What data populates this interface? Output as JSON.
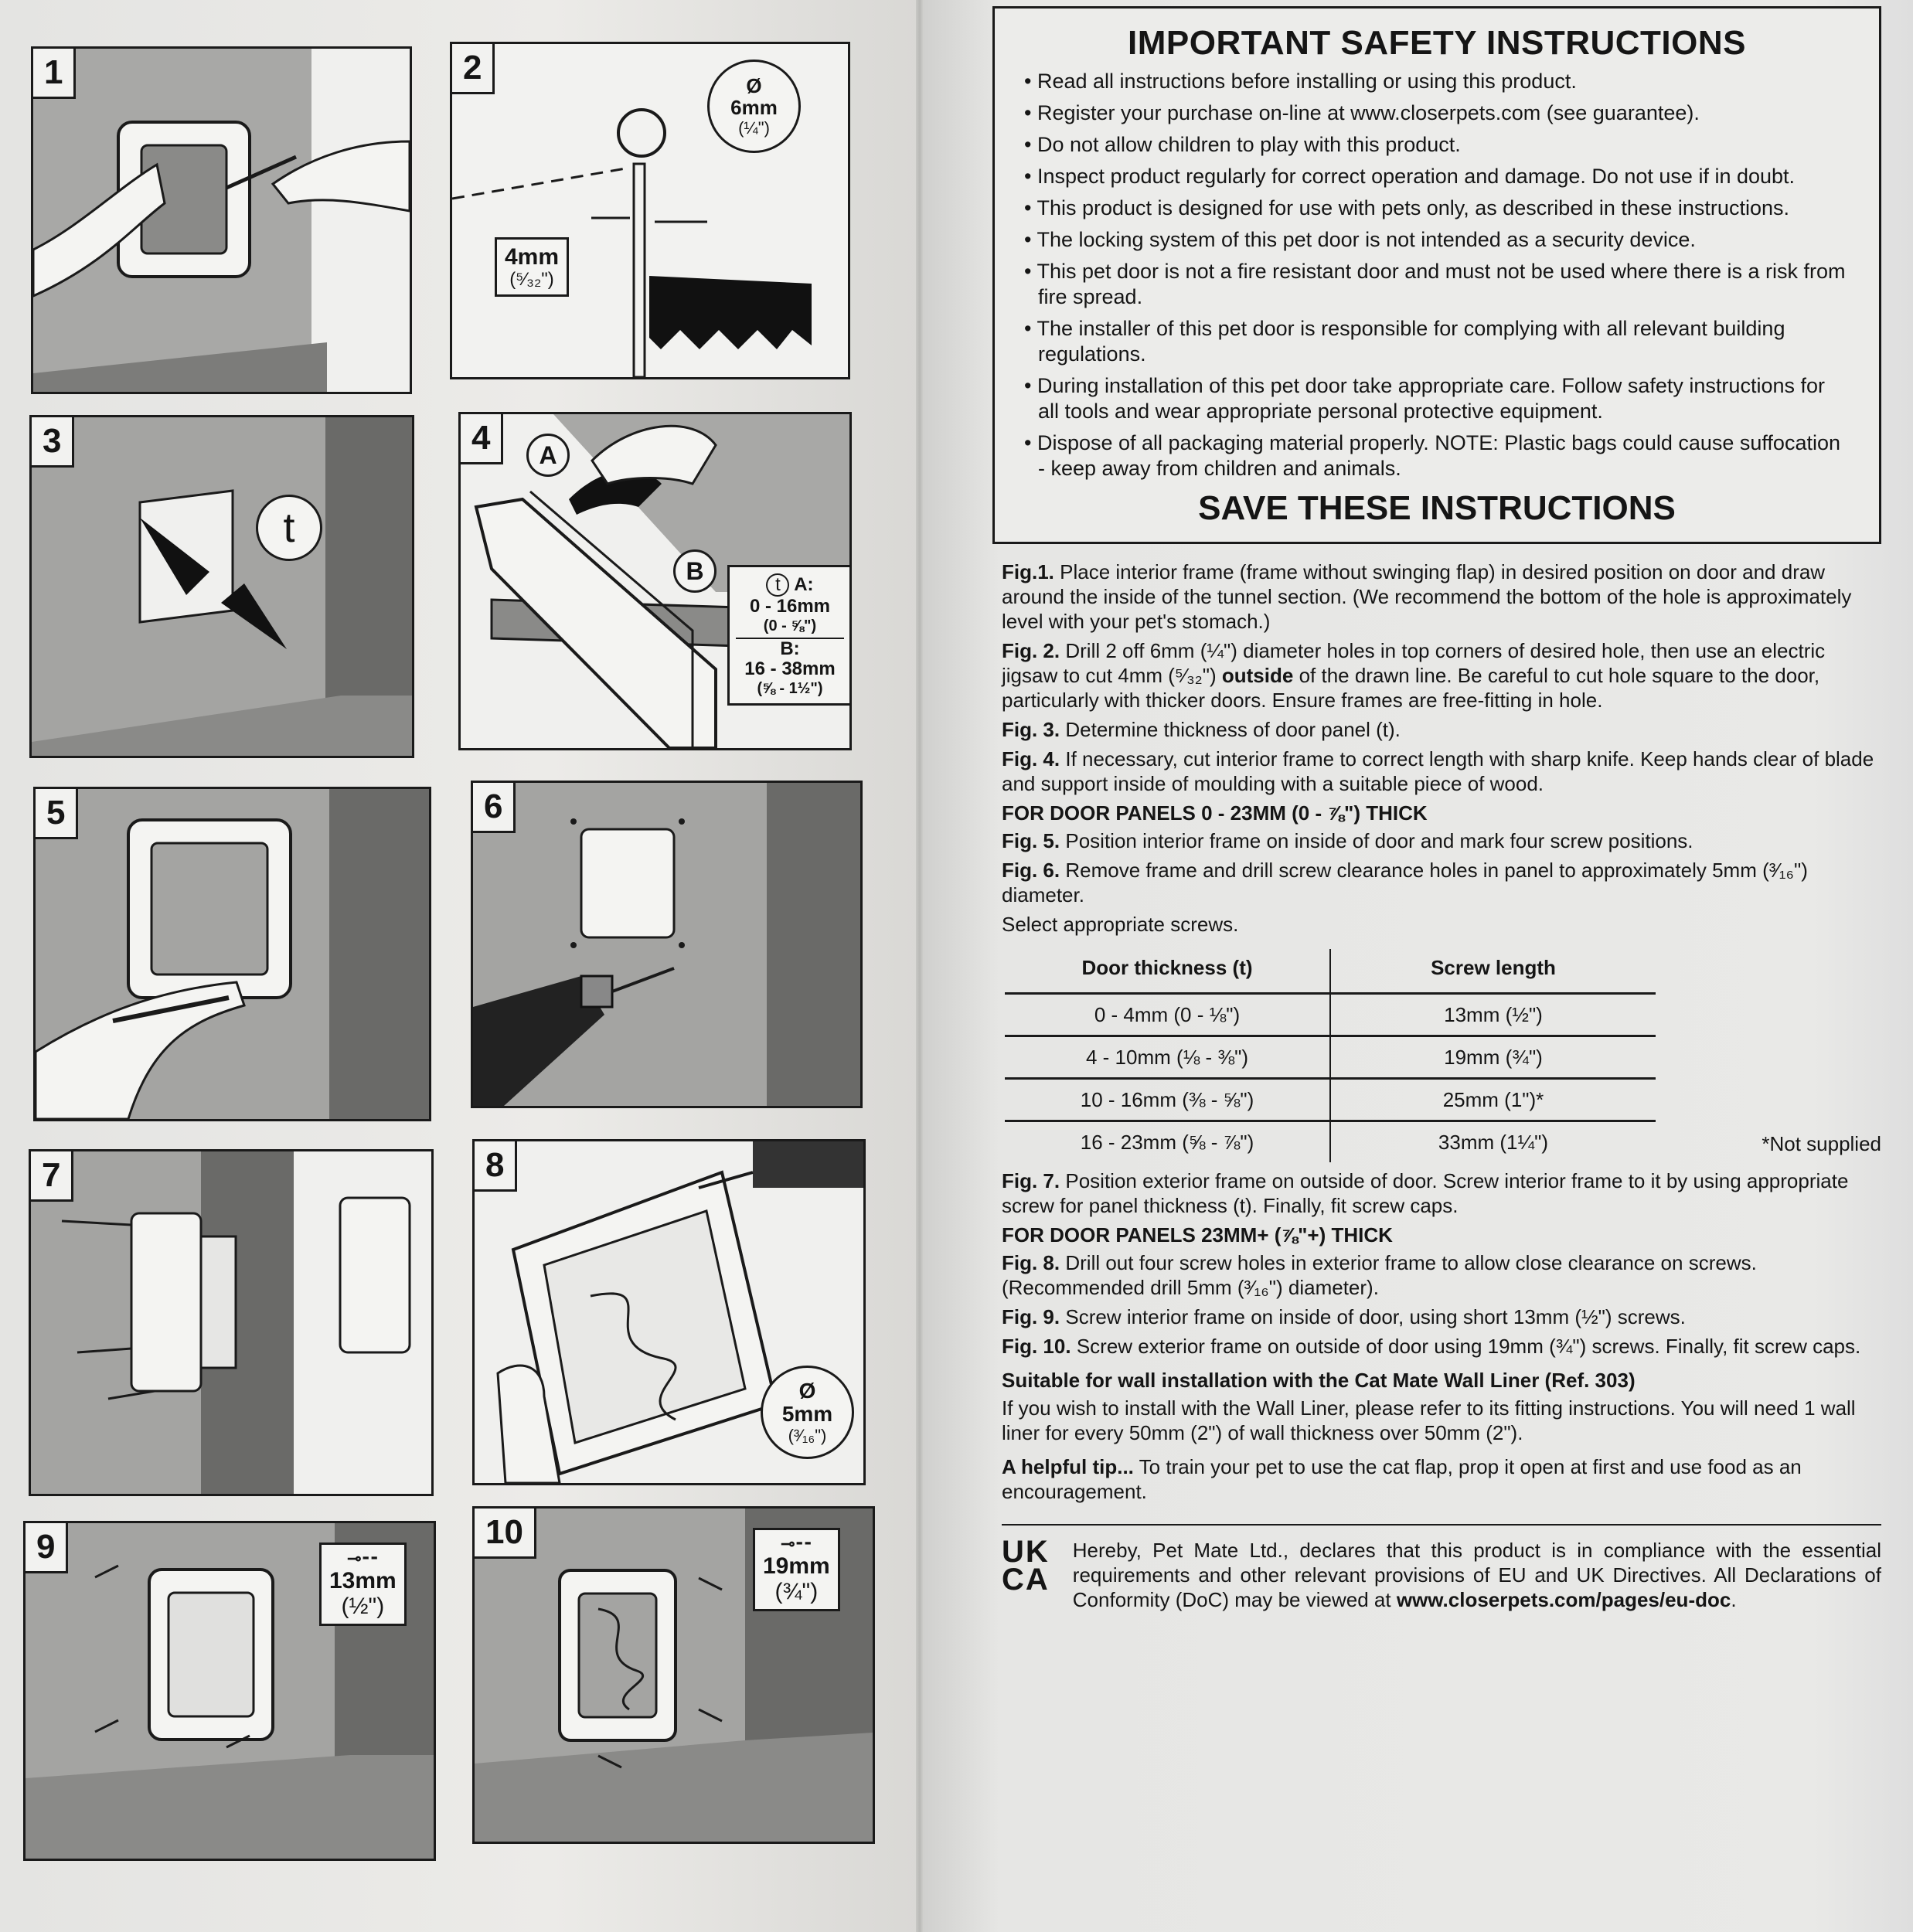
{
  "figures": [
    {
      "number": "1"
    },
    {
      "number": "2",
      "drill_label": "Ø",
      "drill_size": "6mm",
      "drill_inch": "(¼\")",
      "offset_size": "4mm",
      "offset_inch": "(⁵⁄₃₂\")"
    },
    {
      "number": "3",
      "thickness_symbol": "t"
    },
    {
      "number": "4",
      "label_a": "A",
      "label_b": "B",
      "info_symbol": "t",
      "info_a_title": "A:",
      "info_a_range": "0 - 16mm",
      "info_a_inch": "(0 - ⅝\")",
      "info_b_title": "B:",
      "info_b_range": "16 - 38mm",
      "info_b_inch": "(⅝ - 1½\")"
    },
    {
      "number": "5"
    },
    {
      "number": "6"
    },
    {
      "number": "7"
    },
    {
      "number": "8",
      "drill_label": "Ø",
      "drill_size": "5mm",
      "drill_inch": "(³⁄₁₆\")"
    },
    {
      "number": "9",
      "screw_size": "13mm",
      "screw_inch": "(½\")"
    },
    {
      "number": "10",
      "screw_size": "19mm",
      "screw_inch": "(¾\")"
    }
  ],
  "safety": {
    "title": "IMPORTANT SAFETY INSTRUCTIONS",
    "items": [
      "Read all instructions before installing or using this product.",
      "Register your purchase on-line at www.closerpets.com (see guarantee).",
      "Do not allow children to play with this product.",
      "Inspect product regularly for correct operation and damage. Do not use if in doubt.",
      "This product is designed for use with pets only, as described in these instructions.",
      "The locking system of this pet door is not intended as a security device.",
      "This pet door is not a fire resistant door and must not be used where there is a risk from fire spread.",
      "The installer of this pet door is responsible for complying with all relevant building regulations.",
      "During installation of this pet door take appropriate care. Follow safety instructions for all tools and wear appropriate personal protective equipment.",
      "Dispose of all packaging material properly. NOTE: Plastic bags could cause suffocation - keep away from children and animals."
    ],
    "footer": "SAVE THESE INSTRUCTIONS"
  },
  "instructions": {
    "fig1_label": "Fig.1.",
    "fig1": "Place interior frame (frame without swinging flap) in desired position on door and draw around the inside of the tunnel section. (We recommend the bottom of the hole is approximately level with your pet's stomach.)",
    "fig2_label": "Fig. 2.",
    "fig2_a": "Drill 2 off 6mm (¼\") diameter holes in top corners of desired hole, then use an electric jigsaw to cut 4mm (⁵⁄₃₂\")",
    "fig2_bold": "outside",
    "fig2_b": "of the drawn line. Be careful to cut hole square to the door, particularly with thicker doors. Ensure frames are free-fitting in hole.",
    "fig3_label": "Fig. 3.",
    "fig3": "Determine thickness of door panel (t).",
    "fig4_label": "Fig. 4.",
    "fig4": "If necessary, cut interior frame to correct length with sharp knife. Keep hands clear of blade and support inside of moulding with a suitable piece of wood.",
    "thin_heading": "FOR DOOR PANELS 0 - 23MM (0 - ⅞\") THICK",
    "fig5_label": "Fig. 5.",
    "fig5": "Position interior frame on inside of door and mark four screw positions.",
    "fig6_label": "Fig. 6.",
    "fig6": "Remove frame and drill screw clearance holes in panel to approximately 5mm (³⁄₁₆\") diameter.",
    "select_screws": "Select appropriate screws.",
    "table": {
      "headers": [
        "Door thickness (t)",
        "Screw length"
      ],
      "rows": [
        [
          "0 - 4mm (0 - ⅛\")",
          "13mm (½\")"
        ],
        [
          "4 - 10mm (⅛ - ⅜\")",
          "19mm (¾\")"
        ],
        [
          "10 - 16mm (⅜ - ⅝\")",
          "25mm (1\")*"
        ],
        [
          "16 - 23mm (⅝ - ⅞\")",
          "33mm (1¼\")"
        ]
      ],
      "note": "*Not supplied"
    },
    "fig7_label": "Fig. 7.",
    "fig7": "Position exterior frame on outside of door. Screw interior frame to it by using appropriate screw for panel thickness (t). Finally, fit screw caps.",
    "thick_heading": "FOR DOOR PANELS 23MM+ (⅞\"+) THICK",
    "fig8_label": "Fig. 8.",
    "fig8": "Drill out four screw holes in exterior frame to allow close clearance on screws. (Recommended drill 5mm (³⁄₁₆\") diameter).",
    "fig9_label": "Fig. 9.",
    "fig9": "Screw interior frame on inside of door, using short 13mm (½\") screws.",
    "fig10_label": "Fig. 10.",
    "fig10": "Screw exterior frame on outside of door using 19mm (¾\") screws. Finally, fit screw caps.",
    "wall_heading": "Suitable for wall installation with the Cat Mate Wall Liner (Ref. 303)",
    "wall_text": "If you wish to install with the Wall Liner, please refer to its fitting instructions. You will need 1 wall liner for every 50mm (2\") of wall thickness over 50mm (2\").",
    "tip_label": "A helpful tip...",
    "tip": "To train your pet to use the cat flap, prop it open at first and use food as an encouragement."
  },
  "compliance": {
    "mark_line1": "UK",
    "mark_line2": "CA",
    "text": "Hereby, Pet Mate Ltd., declares that this product is in compliance with the essential requirements and other relevant provisions of EU and UK Directives. All Declarations of Conformity (DoC) may be viewed at",
    "link": "www.closerpets.com/pages/eu-doc",
    "period": "."
  }
}
